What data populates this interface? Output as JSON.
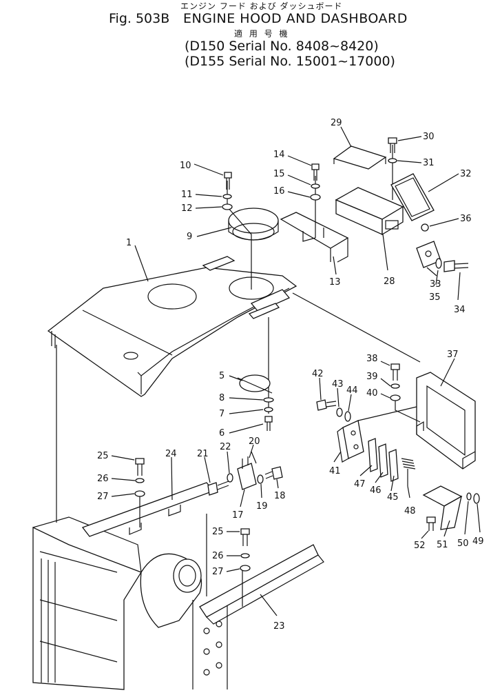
{
  "header": {
    "figure_label": "Fig. 503B",
    "title_japanese": "エンジン フード および ダッシュボード",
    "title": "ENGINE HOOD AND DASHBOARD",
    "applicable_japanese": "適 用 号 機",
    "serial_line_1": "(D150 Serial No. 8408~8420)",
    "serial_line_2": "(D155 Serial No. 15001~17000)"
  },
  "callouts": [
    "1",
    "5",
    "6",
    "7",
    "8",
    "9",
    "10",
    "11",
    "12",
    "13",
    "14",
    "15",
    "16",
    "17",
    "18",
    "19",
    "20",
    "21",
    "22",
    "23",
    "24",
    "25",
    "26",
    "27",
    "25",
    "26",
    "27",
    "28",
    "29",
    "30",
    "31",
    "32",
    "33",
    "34",
    "35",
    "36",
    "37",
    "38",
    "39",
    "40",
    "41",
    "42",
    "43",
    "44",
    "45",
    "46",
    "47",
    "48",
    "49",
    "50",
    "51",
    "52"
  ]
}
